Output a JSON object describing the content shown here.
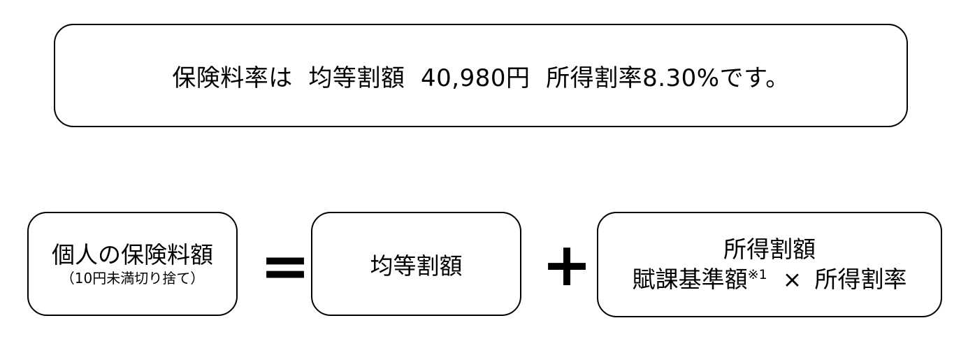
{
  "rate_statement": {
    "text": "保険料率は  均等割額  40,980円  所得割率8.30%です。"
  },
  "formula": {
    "personal": {
      "label": "個人の保険料額",
      "note": "（10円未満切り捨て）"
    },
    "equals": "=",
    "per_capita": {
      "label": "均等割額"
    },
    "plus": "+",
    "income_part": {
      "title": "所得割額",
      "base_label": "賦課基準額",
      "footnote_mark": "※1",
      "times": "×",
      "rate_label": "所得割率"
    }
  }
}
